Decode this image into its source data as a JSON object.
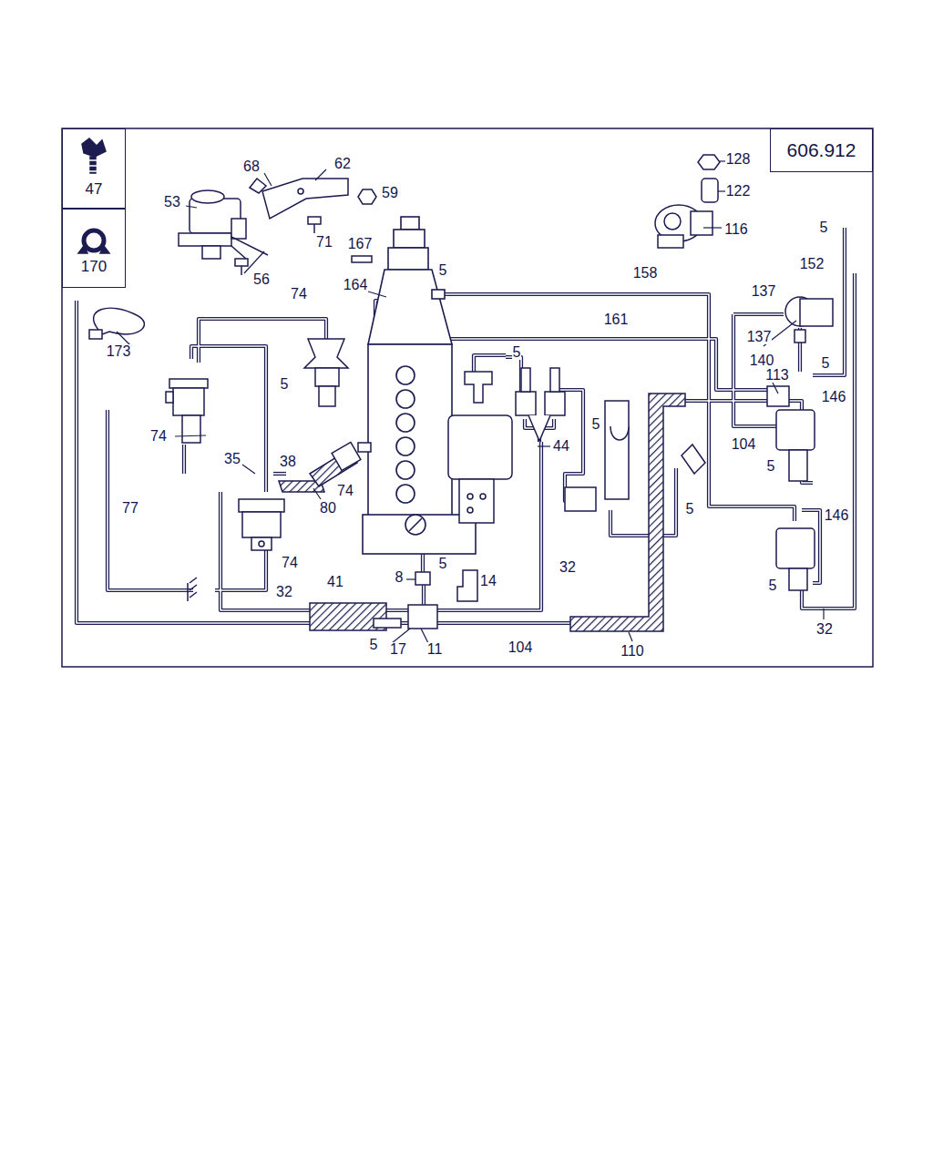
{
  "diagram": {
    "nodes": [
      {
        "text": [
          "47"
        ]
      },
      {
        "text": [
          "606.912"
        ]
      },
      {
        "text": [
          "170"
        ]
      }
    ],
    "labels": [
      "68",
      "62",
      "53",
      "59",
      "71",
      "56",
      "167",
      "5",
      "164",
      "74",
      "173",
      "5",
      "74",
      "35",
      "38",
      "74",
      "80",
      "77",
      "74",
      "32",
      "41",
      "5",
      "5",
      "44",
      "5",
      "8",
      "14",
      "32",
      "5",
      "17",
      "11",
      "104",
      "110",
      "5",
      "128",
      "122",
      "116",
      "5",
      "152",
      "158",
      "137",
      "161",
      "137",
      "140",
      "5",
      "113",
      "146",
      "104",
      "5",
      "146",
      "5",
      "32"
    ]
  }
}
